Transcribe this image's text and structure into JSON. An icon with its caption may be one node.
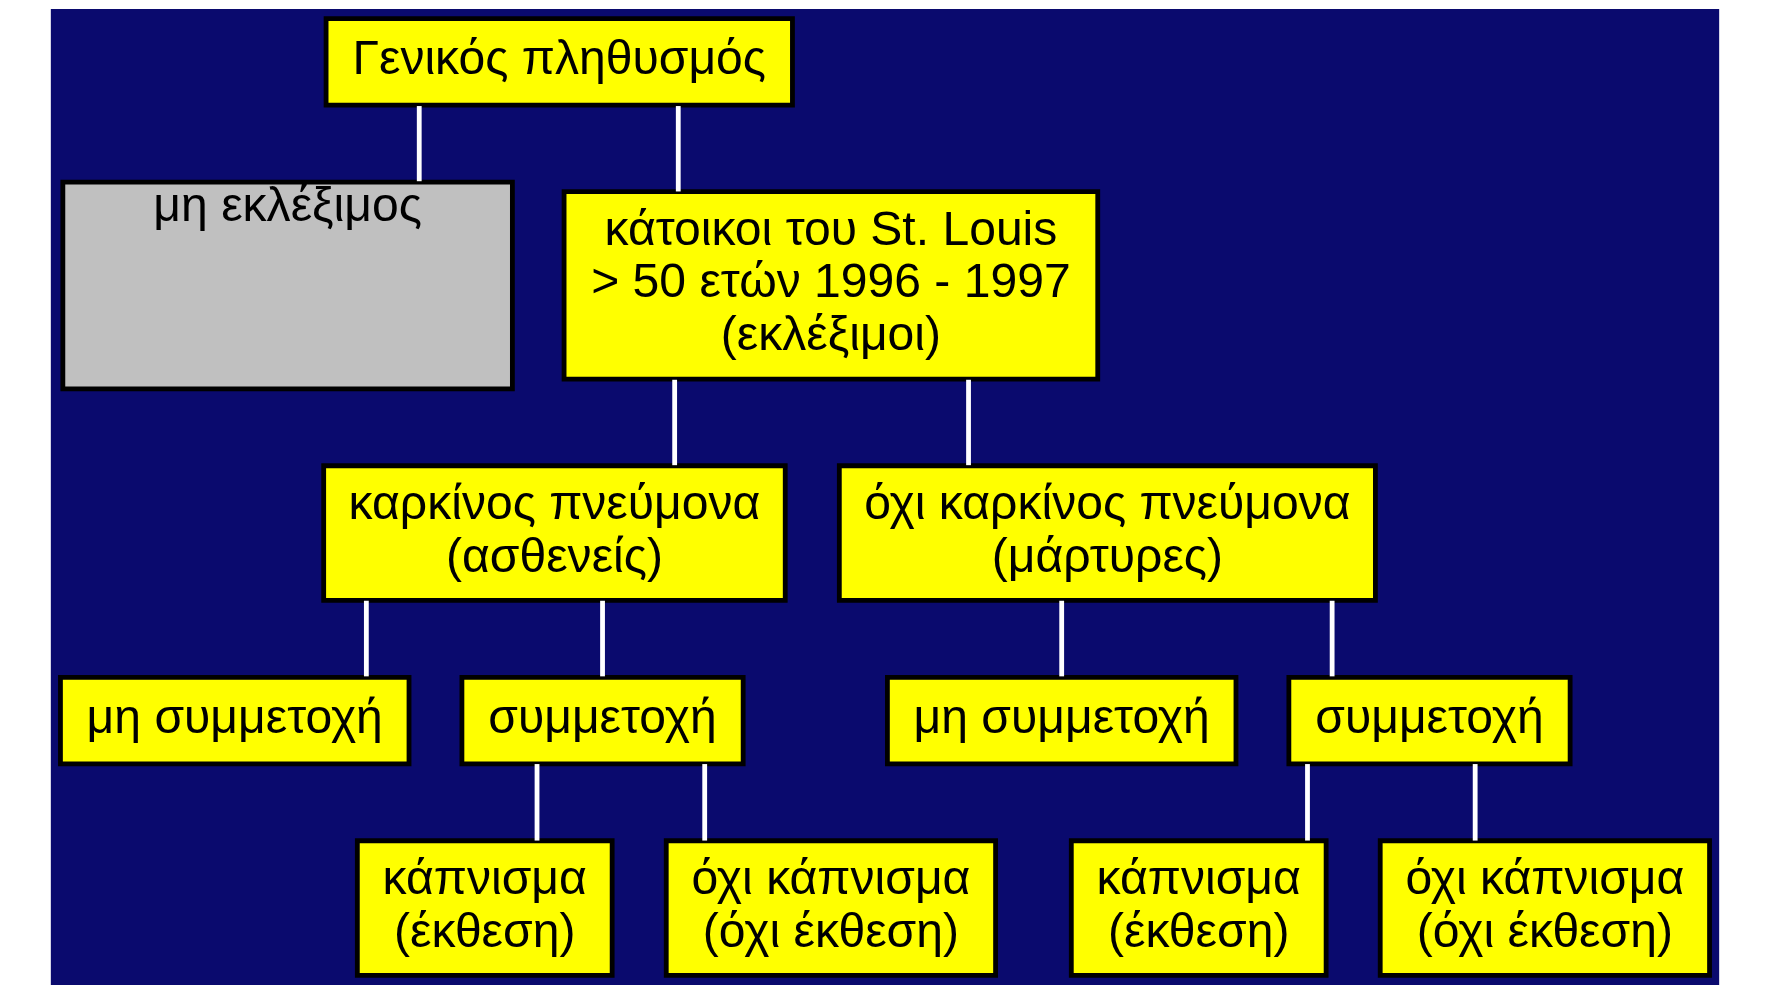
{
  "diagram": {
    "nodes": [
      {
        "text": [
          "Γενικός πληθυσμός"
        ]
      },
      {
        "text": [
          "μη εκλέξιμος"
        ]
      },
      {
        "text": [
          "κάτοικοι του St. Louis > 50 ετών 1996 - 1997 (εκλέξιμοι)"
        ]
      },
      {
        "text": [
          "καρκίνος πνεύμονα (ασθενείς)"
        ]
      },
      {
        "text": [
          "όχι καρκίνος πνεύμονα (μάρτυρες)"
        ]
      },
      {
        "text": [
          "μη συμμετοχή"
        ]
      },
      {
        "text": [
          "συμμετοχή"
        ]
      },
      {
        "text": [
          "μη συμμετοχή"
        ]
      },
      {
        "text": [
          "συμμετοχή"
        ]
      },
      {
        "text": [
          "κάπνισμα (έκθεση)"
        ]
      },
      {
        "text": [
          "όχι κάπνισμα (όχι έκθεση)"
        ]
      },
      {
        "text": [
          "κάπνισμα (έκθεση)"
        ]
      },
      {
        "text": [
          "όχι κάπνισμα (όχι έκθεση)"
        ]
      }
    ],
    "edges": [
      {
        "from": 0,
        "to": 1,
        "arrow": "none"
      },
      {
        "from": 0,
        "to": 2,
        "arrow": "none"
      },
      {
        "from": 2,
        "to": 3,
        "arrow": "none"
      },
      {
        "from": 2,
        "to": 4,
        "arrow": "none"
      },
      {
        "from": 3,
        "to": 5,
        "arrow": "none"
      },
      {
        "from": 3,
        "to": 6,
        "arrow": "none"
      },
      {
        "from": 4,
        "to": 7,
        "arrow": "none"
      },
      {
        "from": 4,
        "to": 8,
        "arrow": "none"
      },
      {
        "from": 6,
        "to": 9,
        "arrow": "none"
      },
      {
        "from": 6,
        "to": 10,
        "arrow": "none"
      },
      {
        "from": 8,
        "to": 11,
        "arrow": "none"
      },
      {
        "from": 8,
        "to": 12,
        "arrow": "none"
      }
    ]
  }
}
